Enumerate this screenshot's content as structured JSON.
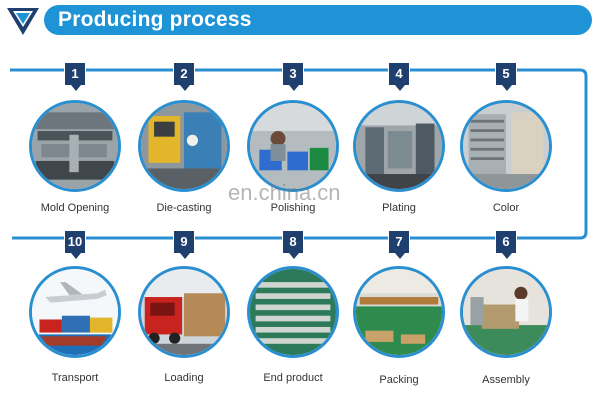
{
  "header": {
    "title": "Producing process"
  },
  "watermark": "en.china.cn",
  "colors": {
    "accent": "#1e93d6",
    "badge": "#1f3f6e",
    "line": "#2a8fd0"
  },
  "steps": [
    {
      "number": "1",
      "label": "Mold Opening"
    },
    {
      "number": "2",
      "label": "Die-casting"
    },
    {
      "number": "3",
      "label": "Polishing"
    },
    {
      "number": "4",
      "label": "Plating"
    },
    {
      "number": "5",
      "label": "Color"
    },
    {
      "number": "6",
      "label": "Assembly"
    },
    {
      "number": "7",
      "label": "Packing"
    },
    {
      "number": "8",
      "label": "End product"
    },
    {
      "number": "9",
      "label": "Loading"
    },
    {
      "number": "10",
      "label": "Transport"
    }
  ]
}
